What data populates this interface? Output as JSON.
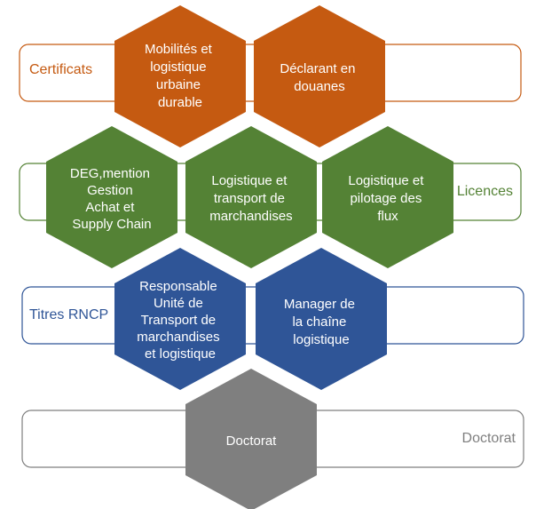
{
  "colors": {
    "orange": "#C55A11",
    "green": "#548235",
    "blue": "#2F5597",
    "gray": "#7F7F7F",
    "orange_text": "#C55A11",
    "green_text": "#548235",
    "blue_text": "#2F5597",
    "gray_text": "#7F7F7F"
  },
  "bands": {
    "certificats": "Certificats",
    "licences": "Licences",
    "titres_rncp": "Titres RNCP",
    "doctorat": "Doctorat"
  },
  "hexagons": {
    "mobilites": [
      "Mobilités et",
      "logistique",
      "urbaine",
      "durable"
    ],
    "declarant": [
      "Déclarant en",
      "douanes"
    ],
    "deg": [
      "DEG,mention",
      "Gestion",
      "Achat et",
      "Supply Chain"
    ],
    "log_transport": [
      "Logistique et",
      "transport de",
      "marchandises"
    ],
    "log_pilotage": [
      "Logistique et",
      "pilotage des",
      "flux"
    ],
    "responsable": [
      "Responsable",
      "Unité de",
      "Transport de",
      "marchandises",
      "et logistique"
    ],
    "manager": [
      "Manager de",
      "la chaîne",
      "logistique"
    ],
    "doctorat": [
      "Doctorat"
    ]
  }
}
